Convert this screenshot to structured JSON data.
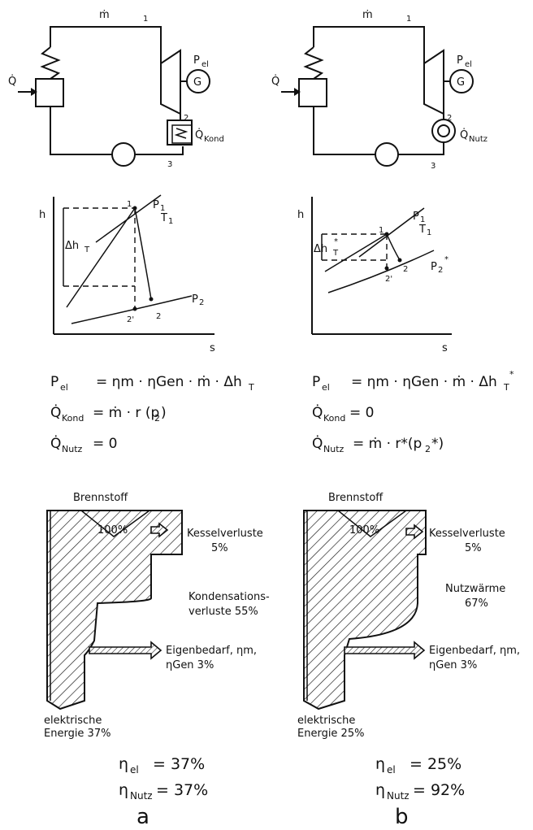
{
  "a": {
    "m_dot": "ṁ",
    "state1": "1",
    "state2": "2",
    "state3": "3",
    "Q_dot": "Q̇",
    "P_el": "P",
    "P_el_sub": "el",
    "generator": "G",
    "Q_kond": "Q̇",
    "Q_kond_sub": "Kond",
    "hs": {
      "h_axis": "h",
      "s_axis": "s",
      "p1": "P",
      "p1_sub": "1",
      "T1": "T",
      "T1_sub": "1",
      "p2": "P",
      "p2_sub": "2",
      "pt1": "1",
      "pt2": "2",
      "pt2s": "2'",
      "dh": "Δh",
      "dh_sub": "T"
    },
    "eq1_lhs": "P",
    "eq1_lhs_sub": "el",
    "eq1_rhs": "= ηm · ηGen · ṁ · Δh",
    "eq1_rhs_sub": "T",
    "eq2_lhs": "Q̇",
    "eq2_lhs_sub": "Kond",
    "eq2_rhs": "= ṁ · r (p",
    "eq2_rhs_sub": "2",
    "eq2_close": ")",
    "eq3_lhs": "Q̇",
    "eq3_lhs_sub": "Nutz",
    "eq3_rhs": "= 0",
    "fuel": "Brennstoff",
    "fuel_pct": "100%",
    "loss1_a": "Kesselverluste",
    "loss1_b": "5%",
    "loss2_a": "Kondensations-",
    "loss2_b": "verluste 55%",
    "loss3_a": "Eigenbedarf, ηm,",
    "loss3_b": "ηGen  3%",
    "out_a": "elektrische",
    "out_b": "Energie 37%",
    "eta_el": "η",
    "eta_el_sub": "el",
    "eta_el_val": "= 37%",
    "eta_nutz": "η",
    "eta_nutz_sub": "Nutz",
    "eta_nutz_val": "= 37%",
    "caption": "a"
  },
  "b": {
    "m_dot": "ṁ",
    "state1": "1",
    "state2": "2",
    "state3": "3",
    "Q_dot": "Q̇",
    "P_el": "P",
    "P_el_sub": "el",
    "generator": "G",
    "Q_nutz": "Q̇",
    "Q_nutz_sub": "Nutz",
    "hs": {
      "h_axis": "h",
      "s_axis": "s",
      "p1": "P",
      "p1_sub": "1",
      "T1": "T",
      "T1_sub": "1",
      "p2": "P",
      "p2_sub": "2",
      "p2_star": "*",
      "pt1": "1",
      "pt2": "2",
      "pt2s": "2'",
      "dh": "Δh",
      "dh_sub": "T",
      "dh_star": "*"
    },
    "eq1_lhs": "P",
    "eq1_lhs_sub": "el",
    "eq1_rhs": "= ηm · ηGen · ṁ · Δh",
    "eq1_rhs_sub": "T",
    "eq1_star": "*",
    "eq2_lhs": "Q̇",
    "eq2_lhs_sub": "Kond",
    "eq2_rhs": "= 0",
    "eq3_lhs": "Q̇",
    "eq3_lhs_sub": "Nutz",
    "eq3_rhs": "= ṁ · r*(p",
    "eq3_rhs_sub": "2",
    "eq3_close": "*)",
    "fuel": "Brennstoff",
    "fuel_pct": "100%",
    "loss1_a": "Kesselverluste",
    "loss1_b": "5%",
    "loss2_a": "Nutzwärme",
    "loss2_b": "67%",
    "loss3_a": "Eigenbedarf, ηm,",
    "loss3_b": "ηGen  3%",
    "out_a": "elektrische",
    "out_b": "Energie 25%",
    "eta_el": "η",
    "eta_el_sub": "el",
    "eta_el_val": "= 25%",
    "eta_nutz": "η",
    "eta_nutz_sub": "Nutz",
    "eta_nutz_val": "= 92%",
    "caption": "b"
  }
}
